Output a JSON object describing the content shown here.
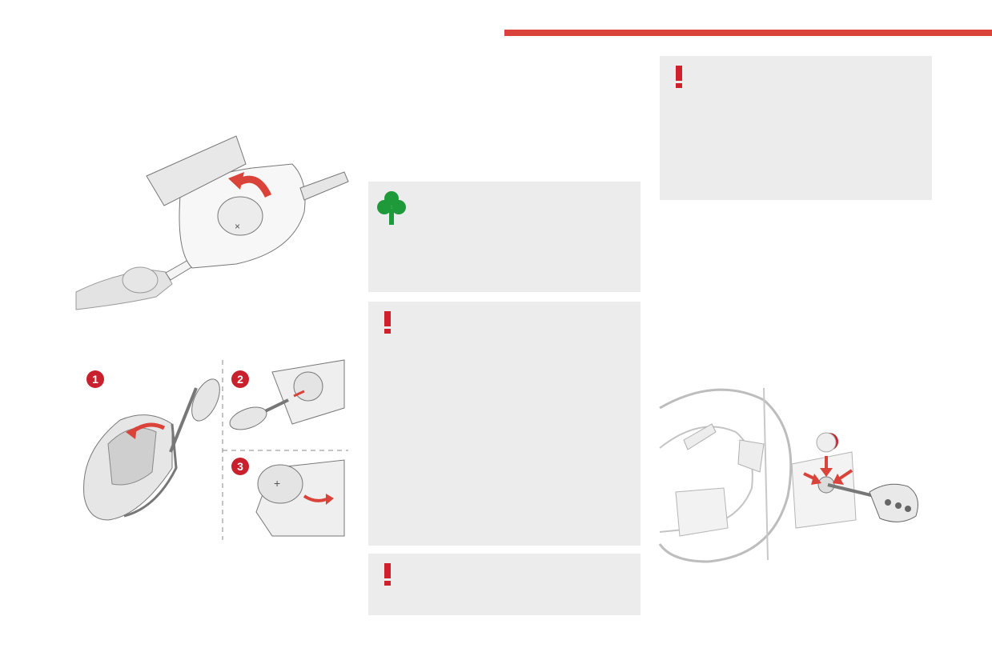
{
  "colors": {
    "accent": "#d9433a",
    "warning_red": "#d0202c",
    "eco_green": "#1e9a3a",
    "box_grey": "#ececec"
  },
  "icons": {
    "warning": "exclamation-icon",
    "eco": "clover-icon"
  },
  "step_labels": [
    "1",
    "2",
    "3"
  ],
  "ignition_label": "2"
}
